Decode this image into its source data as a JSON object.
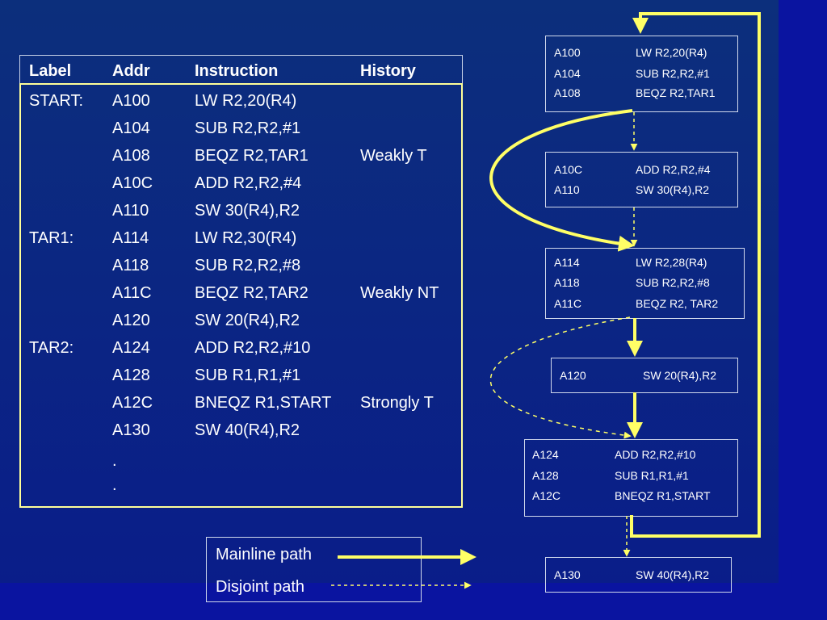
{
  "table": {
    "headers": [
      "Label",
      "Addr",
      "Instruction",
      "History"
    ],
    "rows": [
      {
        "label": "START:",
        "addr": "A100",
        "instr": "LW R2,20(R4)",
        "history": ""
      },
      {
        "label": "",
        "addr": "A104",
        "instr": "SUB R2,R2,#1",
        "history": ""
      },
      {
        "label": "",
        "addr": "A108",
        "instr": "BEQZ R2,TAR1",
        "history": "Weakly T"
      },
      {
        "label": "",
        "addr": "A10C",
        "instr": "ADD R2,R2,#4",
        "history": ""
      },
      {
        "label": "",
        "addr": "A110",
        "instr": "SW 30(R4),R2",
        "history": ""
      },
      {
        "label": "TAR1:",
        "addr": "A114",
        "instr": "LW R2,30(R4)",
        "history": ""
      },
      {
        "label": "",
        "addr": "A118",
        "instr": "SUB R2,R2,#8",
        "history": ""
      },
      {
        "label": "",
        "addr": "A11C",
        "instr": "BEQZ R2,TAR2",
        "history": "Weakly NT"
      },
      {
        "label": "",
        "addr": "A120",
        "instr": "SW 20(R4),R2",
        "history": ""
      },
      {
        "label": "TAR2:",
        "addr": "A124",
        "instr": "ADD R2,R2,#10",
        "history": ""
      },
      {
        "label": "",
        "addr": "A128",
        "instr": "SUB R1,R1,#1",
        "history": ""
      },
      {
        "label": "",
        "addr": "A12C",
        "instr": "BNEQZ R1,START",
        "history": "Strongly T"
      },
      {
        "label": "",
        "addr": "A130",
        "instr": "SW 40(R4),R2",
        "history": ""
      },
      {
        "label": "",
        "addr": ".",
        "instr": "",
        "history": ""
      },
      {
        "label": "",
        "addr": ".",
        "instr": "",
        "history": ""
      }
    ]
  },
  "blocks": [
    {
      "lines": [
        [
          "A100",
          "LW R2,20(R4)"
        ],
        [
          "A104",
          "SUB R2,R2,#1"
        ],
        [
          "A108",
          "BEQZ R2,TAR1"
        ]
      ]
    },
    {
      "lines": [
        [
          "A10C",
          "ADD R2,R2,#4"
        ],
        [
          "A110",
          "SW 30(R4),R2"
        ]
      ]
    },
    {
      "lines": [
        [
          "A114",
          "LW R2,28(R4)"
        ],
        [
          "A118",
          "SUB R2,R2,#8"
        ],
        [
          "A11C",
          "BEQZ R2, TAR2"
        ]
      ]
    },
    {
      "lines": [
        [
          "A120",
          "SW 20(R4),R2"
        ]
      ]
    },
    {
      "lines": [
        [
          "A124",
          "ADD R2,R2,#10"
        ],
        [
          "A128",
          "SUB R1,R1,#1"
        ],
        [
          "A12C",
          "BNEQZ R1,START"
        ]
      ]
    },
    {
      "lines": [
        [
          "A130",
          "SW 40(R4),R2"
        ]
      ]
    }
  ],
  "legend": {
    "mainline": "Mainline path",
    "disjoint": "Disjoint path"
  },
  "colors": {
    "accent": "#ffff66",
    "border": "#d0d8ec"
  }
}
